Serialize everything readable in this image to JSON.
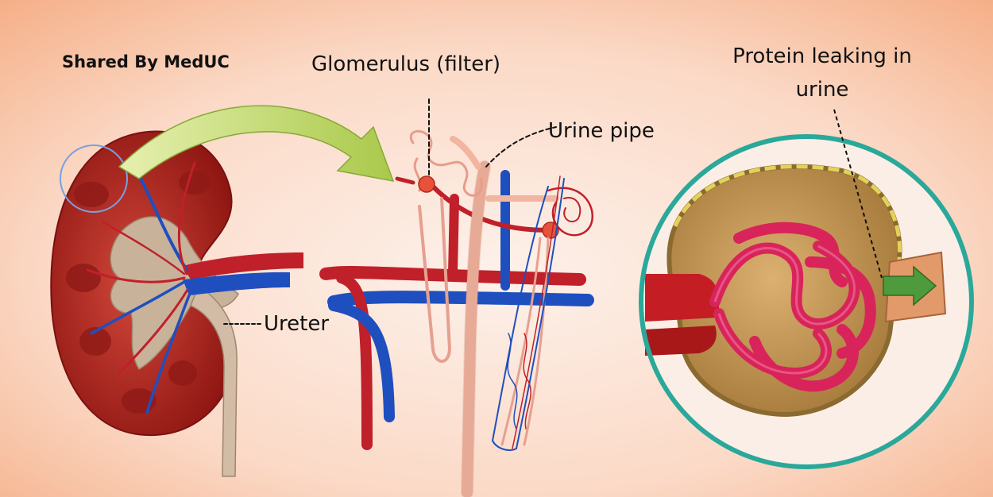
{
  "credit": "Shared By MedUC",
  "labels": {
    "glomerulus": "Glomerulus (filter)",
    "urine_pipe": "Urine pipe",
    "ureter": "Ureter",
    "protein_leaking": "Protein leaking in urine"
  },
  "colors": {
    "background_light": "#fde9df",
    "background_warm": "#f7b894",
    "kidney_red": "#b8231c",
    "artery_red": "#c0202a",
    "vein_blue": "#1f4fbf",
    "ureter_beige": "#d8c4b0",
    "arrow_green": "#c8dc72",
    "zoom_ring_teal": "#2aa89a",
    "capsule_tan": "#c89a52",
    "glomerulus_pink": "#d8245a",
    "leak_arrow_green": "#4f9a3c"
  }
}
